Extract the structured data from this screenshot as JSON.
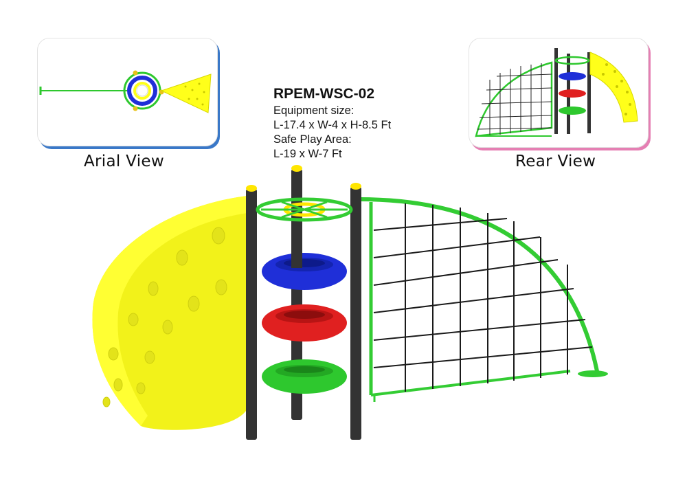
{
  "product": {
    "code": "RPEM-WSC-02",
    "equipment_size_label": "Equipment size:",
    "equipment_size_value": "L-17.4 x W-4 x H-8.5 Ft",
    "safe_area_label": "Safe Play Area:",
    "safe_area_value": "L-19 x W-7  Ft"
  },
  "views": {
    "aerial_label": "Arial View",
    "rear_label": "Rear View"
  },
  "colors": {
    "yellow_panel": "#ffff1a",
    "green_frame": "#33cc33",
    "blue_ring": "#1f2fd8",
    "red_ring": "#e02020",
    "green_ring": "#2ec82e",
    "post": "#333333",
    "aerial_border": "#3a78c8",
    "rear_border": "#e57fb3"
  }
}
